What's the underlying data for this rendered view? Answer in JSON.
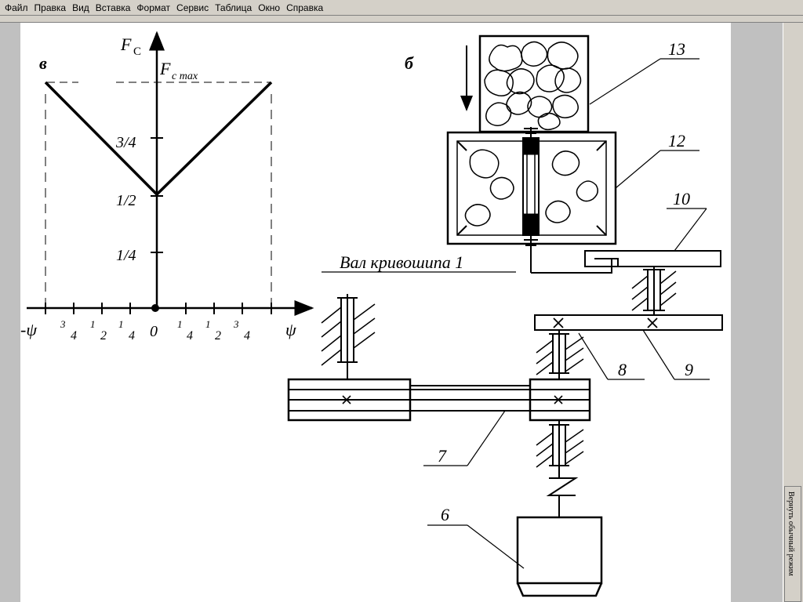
{
  "menu": {
    "items": [
      "Файл",
      "Правка",
      "Вид",
      "Вставка",
      "Формат",
      "Сервис",
      "Таблица",
      "Окно",
      "Справка"
    ]
  },
  "sidebar": {
    "normal_mode_label": "Вернуть обычный режим"
  },
  "figure": {
    "panel_v_label": "в",
    "panel_b_label": "б",
    "y_axis_label": "F",
    "y_axis_sub": "С",
    "fmax_label": "F",
    "fmax_sub": "c max",
    "ticks_y": [
      "3/4",
      "1/2",
      "1/4"
    ],
    "x_left_label": "-ψ",
    "x_right_label": "ψ",
    "ticks_x_left": [
      "3",
      "4",
      "1",
      "2",
      "1",
      "4"
    ],
    "origin_label": "0",
    "ticks_x_right": [
      "1",
      "4",
      "1",
      "2",
      "3",
      "4"
    ],
    "shaft_label": "Вал кривошипа 1",
    "part_labels": {
      "p13": "13",
      "p12": "12",
      "p10": "10",
      "p9": "9",
      "p8": "8",
      "p7": "7",
      "p6": "6"
    }
  }
}
